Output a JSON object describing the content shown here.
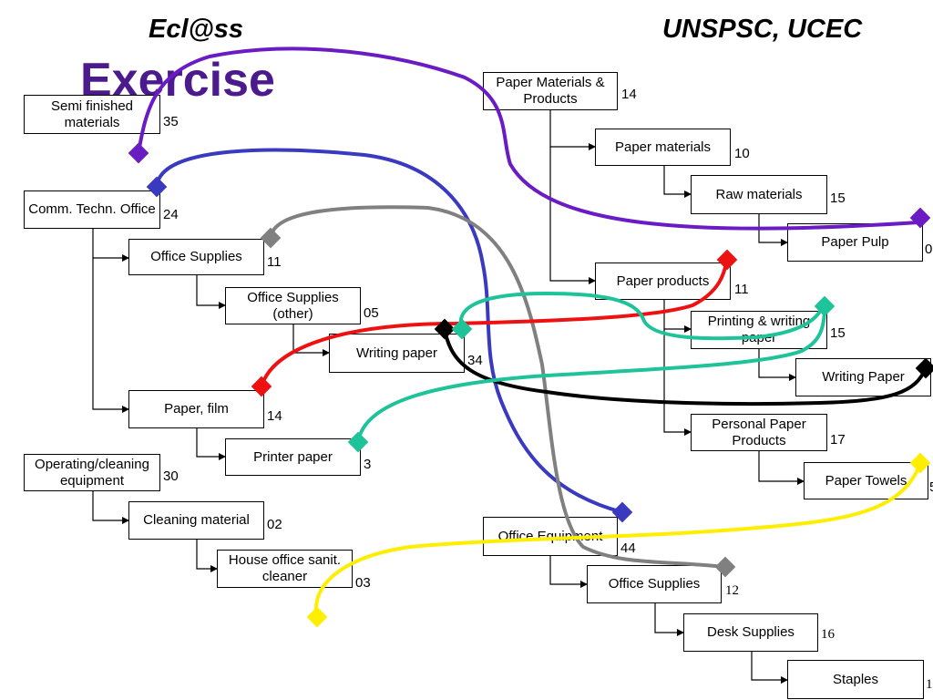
{
  "titles": {
    "left": "Ecl@ss",
    "right": "UNSPSC, UCEC",
    "exercise": "Exercise"
  },
  "eclass_nodes": [
    {
      "id": "semi",
      "label": "Semi finished materials",
      "code": "35"
    },
    {
      "id": "comm",
      "label": "Comm. Techn. Office",
      "code": "24"
    },
    {
      "id": "offsup",
      "label": "Office Supplies",
      "code": "11"
    },
    {
      "id": "offsupother",
      "label": "Office Supplies (other)",
      "code": "05"
    },
    {
      "id": "writing",
      "label": "Writing paper",
      "code": "34"
    },
    {
      "id": "paperfilm",
      "label": "Paper, film",
      "code": "14"
    },
    {
      "id": "printer",
      "label": "Printer paper",
      "code": "3"
    },
    {
      "id": "operating",
      "label": "Operating/cleaning equipment",
      "code": "30"
    },
    {
      "id": "cleaning",
      "label": "Cleaning material",
      "code": "02"
    },
    {
      "id": "house",
      "label": "House office sanit. cleaner",
      "code": "03"
    }
  ],
  "unspsc_nodes": [
    {
      "id": "papermat",
      "label": "Paper Materials & Products",
      "code": "14"
    },
    {
      "id": "papermaterials",
      "label": "Paper materials",
      "code": "10"
    },
    {
      "id": "raw",
      "label": "Raw materials",
      "code": "15"
    },
    {
      "id": "pulp",
      "label": "Paper Pulp",
      "code": "0"
    },
    {
      "id": "paperproducts",
      "label": "Paper products",
      "code": "11"
    },
    {
      "id": "printing",
      "label": "Printing & writing paper",
      "code": "15"
    },
    {
      "id": "writingP",
      "label": "Writing Paper",
      "code": ""
    },
    {
      "id": "personal",
      "label": "Personal Paper Products",
      "code": "17"
    },
    {
      "id": "towels",
      "label": "Paper Towels",
      "code": "5"
    },
    {
      "id": "officeequip",
      "label": "Office Equipment",
      "code": "44"
    },
    {
      "id": "officesupplies2",
      "label": "Office Supplies",
      "code": "12"
    },
    {
      "id": "desk",
      "label": "Desk Supplies",
      "code": "16"
    },
    {
      "id": "staples",
      "label": "Staples",
      "code": "1"
    }
  ],
  "mappings": [
    {
      "name": "semi-to-pulp",
      "color": "#6a1bc4"
    },
    {
      "name": "comm-to-office-equipment",
      "color": "#3a3ac0"
    },
    {
      "name": "office-supplies-to-office-supplies",
      "color": "#808080"
    },
    {
      "name": "paper-film-to-paper-products",
      "color": "#ee1111"
    },
    {
      "name": "writing-paper-to-printing-writing",
      "color": "#1ec39a"
    },
    {
      "name": "writing-paper-to-writing-paper",
      "color": "#000000"
    },
    {
      "name": "printer-paper-to-printing-writing",
      "color": "#1ec39a"
    },
    {
      "name": "house-cleaner-to-paper-towels",
      "color": "#ffee00"
    }
  ]
}
